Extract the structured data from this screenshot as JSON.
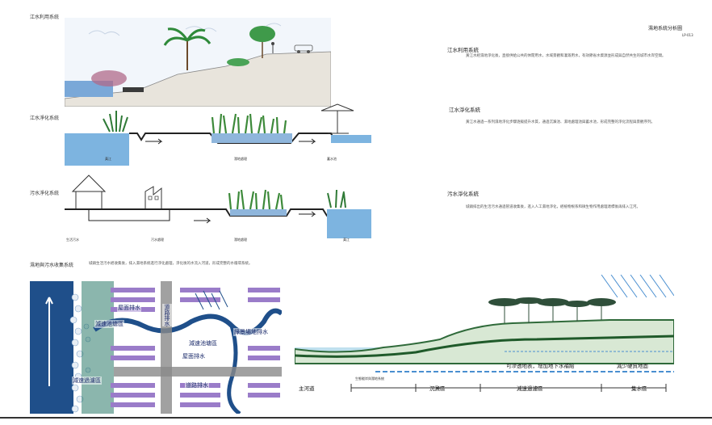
{
  "header": {
    "title": "濕地系統分析圖",
    "code": "LP-013"
  },
  "sections": {
    "s1_title": "江水利用系統",
    "s2_title": "江水淨化系統",
    "s3_title": "污水淨化系統",
    "s4_title": "濕地與污水收集系統"
  },
  "notes": {
    "n1_title": "江水利用系統",
    "n1_text": "黃江水經濕地淨化後，直接供給公共的休閒用水，水域景觀和灌溉用水，有效節省水資源並形成與自然共生的城市水岸空間。",
    "n2_title": "江水淨化系統",
    "n2_text": "黃江水通過一系列濕地淨化步驟逐級提升水質，通過沉澱池、濕地處理池與蓄水池，形成完整的淨化流程與景觀序列。",
    "n3_title": "污水淨化系統",
    "n3_text": "城鎮排出的生活污水通過管道收集後，進入人工濕地淨化，經植物根系和微生物作用處理達標後再排入江河。"
  },
  "captions": {
    "s2_a": "黃江",
    "s2_b": "濕地處理",
    "s2_c": "蓄水池",
    "s3_a": "生活污水",
    "s3_b": "污水處理",
    "s3_c": "濕地處理",
    "s3_d": "黃江",
    "s4_text": "城鎮生活污水經收集後，排入濕地系統進行淨化處理，淨化後的水流入河道，形成完整的水循環系統。"
  },
  "plan_labels": {
    "a": "減速池塘區",
    "b": "屋面排水",
    "c": "道路排水",
    "d": "綠景場地排水",
    "e": "減速池塘區",
    "f": "屋面排水",
    "g": "減速過濾區",
    "h": "道路排水"
  },
  "profile_labels": {
    "infiltrate": "可滲透地表，增加地下水補給",
    "reduce": "減少硬質地面",
    "small_cap": "生態駁岸與濕地系統"
  },
  "axis": {
    "a": "主河道",
    "b": "沉澱區",
    "c": "減速過濾區",
    "d": "集水區"
  }
}
